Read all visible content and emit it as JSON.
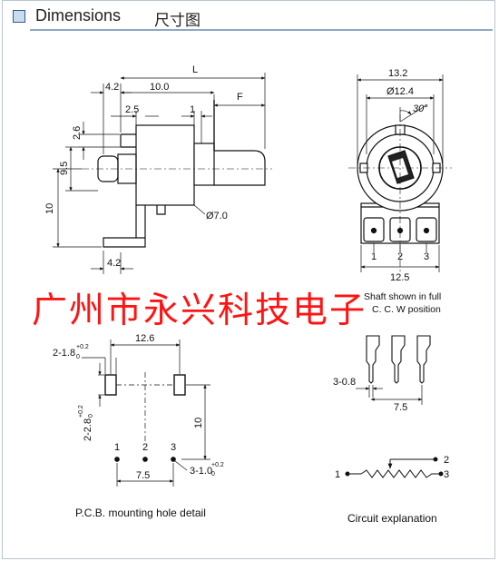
{
  "header": {
    "title_en": "Dimensions",
    "title_cn": "尺寸图"
  },
  "side_view": {
    "dim_L": "L",
    "dim_4_2_top": "4.2",
    "dim_10_0": "10.0",
    "dim_F": "F",
    "dim_2_5": "2.5",
    "dim_1": "1",
    "dim_2_6": "2.6",
    "dim_9_5": "9.5",
    "dim_10": "10",
    "dim_diam_7": "Ø7.0",
    "dim_4_2_bottom": "4.2"
  },
  "front_view": {
    "dim_13_2": "13.2",
    "dim_diam_12_4": "Ø12.4",
    "dim_30": "30°",
    "pin_1": "1",
    "pin_2": "2",
    "pin_3": "3",
    "dim_12_5": "12.5"
  },
  "company_name": "广州市永兴科技电子",
  "pcb": {
    "dim_12_6": "12.6",
    "hole_size_top": "2-1.8",
    "hole_tol_top_upper": "+0.2",
    "hole_tol_top_lower": "0",
    "hole_size_side": "2-2.8",
    "hole_tol_side_upper": "+0.2",
    "hole_tol_side_lower": "0",
    "dim_10": "10",
    "pin_1": "1",
    "pin_2": "2",
    "pin_3": "3",
    "dim_7_5": "7.5",
    "pin_hole": "3-1.0",
    "pin_hole_tol_upper": "+0.2",
    "pin_hole_tol_lower": "0",
    "caption": "P.C.B.  mounting hole detail"
  },
  "shaft": {
    "note_line1": "Shaft shown in full",
    "note_line2": "C. C. W position",
    "dim_3_0_8": "3-0.8",
    "dim_7_5": "7.5"
  },
  "circuit": {
    "terminal_1": "1",
    "terminal_2": "2",
    "terminal_3": "3",
    "caption": "Circuit explanation"
  }
}
